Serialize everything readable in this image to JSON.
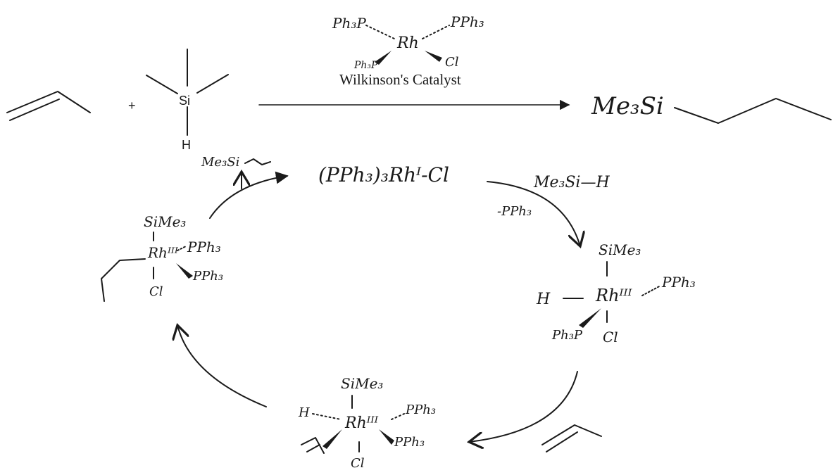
{
  "reaction": {
    "plus": "+",
    "silane_si": "Si",
    "silane_h": "H",
    "catalyst": {
      "ligand_tl": "Ph₃P",
      "ligand_tr": "PPh₃",
      "metal": "Rh",
      "ligand_bl": "Ph₃P",
      "ligand_br": "Cl",
      "name": "Wilkinson's Catalyst"
    },
    "product_label": "Me₃Si"
  },
  "cycle": {
    "catalyst_top": "(PPh₃)₃Rhᴵ-Cl",
    "reagent_in": "Me₃Si—H",
    "loss": "-PPh₃",
    "released_product": "Me₃Si",
    "int_right": {
      "top": "SiMe₃",
      "left": "H",
      "metal": "Rhᴵᴵᴵ",
      "right": "PPh₃",
      "bl": "Ph₃P",
      "bottom": "Cl"
    },
    "int_bottom": {
      "top": "SiMe₃",
      "left": "H",
      "metal": "Rhᴵᴵᴵ",
      "right": "PPh₃",
      "br": "PPh₃",
      "bottom": "Cl"
    },
    "int_left": {
      "top": "SiMe₃",
      "metal": "Rhᴵᴵᴵ",
      "right": "PPh₃",
      "br": "PPh₃",
      "bottom": "Cl"
    }
  }
}
